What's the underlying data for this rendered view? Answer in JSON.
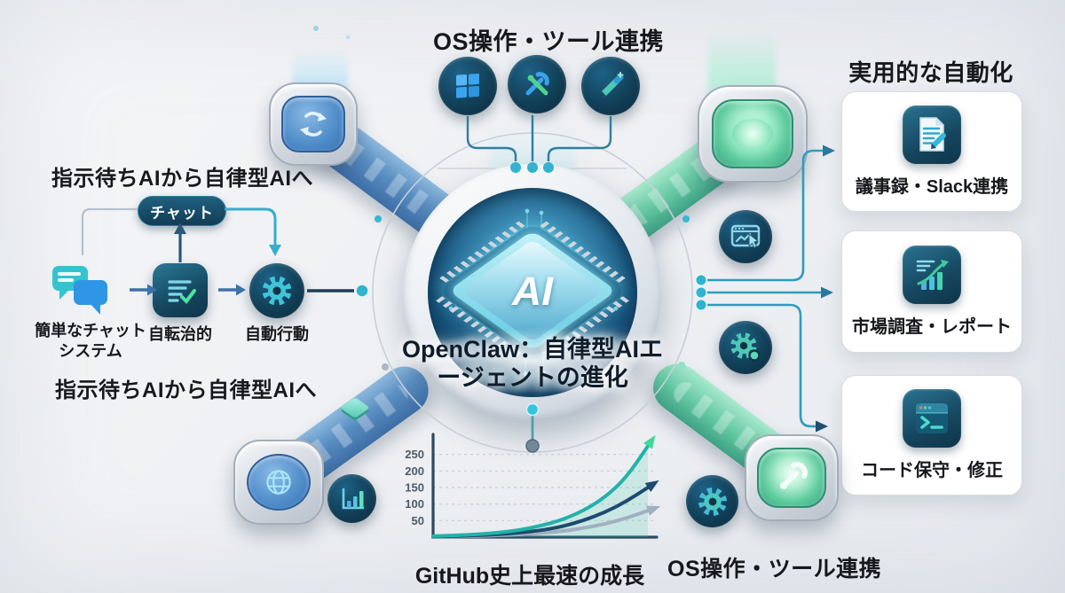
{
  "palette": {
    "accent_teal": "#2fb3cf",
    "navy_line": "#2b5878",
    "green": "#3fbf9a",
    "text_dark": "#16181d",
    "card_bg": "#ffffff"
  },
  "top_section": {
    "title": "OS操作・ツール連携",
    "icons": [
      "windows-icon",
      "tools-icon",
      "pencil-icon"
    ]
  },
  "left_section": {
    "heading_top": "指示待ちAIから自律型AIへ",
    "chat_pill": "チャット",
    "steps": [
      {
        "icon": "chat-bubbles-icon",
        "label": "簡単なチャット\nシステム"
      },
      {
        "icon": "checklist-icon",
        "label": "自転治的"
      },
      {
        "icon": "gear-icon",
        "label": "自動行動"
      }
    ],
    "heading_bottom": "指示待ちAIから自律型AIへ"
  },
  "center": {
    "title": "OpenClaw：自律型AIエ\nージェントの進化",
    "chip_label": "AI"
  },
  "right_section": {
    "heading": "実用的な自動化",
    "cards": [
      {
        "icon": "document-pencil-icon",
        "label": "議事録・Slack連携"
      },
      {
        "icon": "market-chart-icon",
        "label": "市場調査・レポート"
      },
      {
        "icon": "terminal-icon",
        "label": "コード保守・修正"
      }
    ]
  },
  "bottom_right_section": {
    "title": "OS操作・ツール連携"
  },
  "chart_data": {
    "type": "line",
    "title": "",
    "caption": "GitHub史上最速の成長",
    "x": [
      0,
      1,
      2,
      3,
      4,
      5,
      6,
      7,
      8,
      9,
      10
    ],
    "series": [
      {
        "name": "",
        "color": "#22b2a8",
        "color_end": "#3fd898",
        "area": true,
        "values": [
          3,
          5,
          8,
          13,
          21,
          34,
          52,
          80,
          120,
          180,
          275
        ]
      },
      {
        "name": "",
        "color": "#1d4a6e",
        "values": [
          2,
          3,
          5,
          8,
          13,
          20,
          32,
          50,
          75,
          108,
          150
        ]
      },
      {
        "name": "",
        "color": "#9fb0bf",
        "values": [
          1,
          2,
          3,
          5,
          8,
          12,
          18,
          27,
          40,
          57,
          80
        ]
      }
    ],
    "yticks": [
      50,
      100,
      150,
      200,
      250
    ],
    "ylim": [
      0,
      300
    ],
    "grid": "dashed-horizontal",
    "legend": "none"
  }
}
